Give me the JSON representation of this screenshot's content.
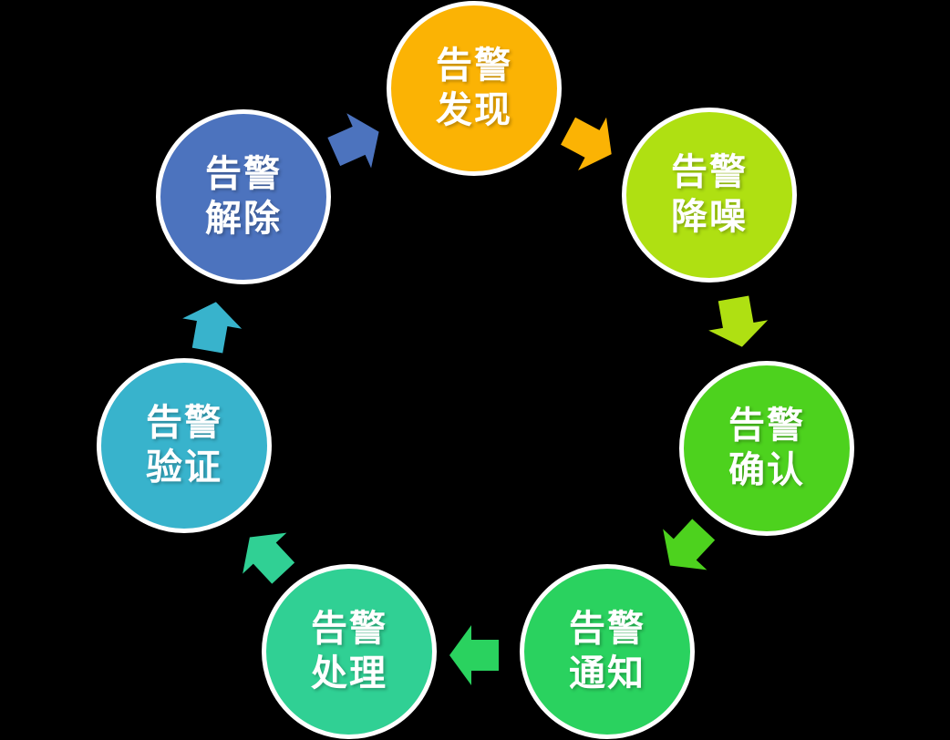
{
  "diagram": {
    "description": "Alarm lifecycle circular flow diagram with seven stages connected clockwise by block arrows",
    "background_color": "#000000",
    "node_text_color": "#ffffff",
    "node_border_color": "#ffffff",
    "nodes": [
      {
        "id": "alarm-discovery",
        "line1": "告警",
        "line2": "发现",
        "color": "#fbb304",
        "position": "top"
      },
      {
        "id": "alarm-noise-reduction",
        "line1": "告警",
        "line2": "降噪",
        "color": "#afe012",
        "position": "top-right"
      },
      {
        "id": "alarm-confirmation",
        "line1": "告警",
        "line2": "确认",
        "color": "#4dd21e",
        "position": "right"
      },
      {
        "id": "alarm-notification",
        "line1": "告警",
        "line2": "通知",
        "color": "#2ad25f",
        "position": "bottom-right"
      },
      {
        "id": "alarm-handling",
        "line1": "告警",
        "line2": "处理",
        "color": "#30d094",
        "position": "bottom-left"
      },
      {
        "id": "alarm-verification",
        "line1": "告警",
        "line2": "验证",
        "color": "#38b3cc",
        "position": "left"
      },
      {
        "id": "alarm-release",
        "line1": "告警",
        "line2": "解除",
        "color": "#4c73be",
        "position": "top-left"
      }
    ],
    "arrows": [
      {
        "from": "告警发现",
        "to": "告警降噪",
        "color": "#fbb304"
      },
      {
        "from": "告警降噪",
        "to": "告警确认",
        "color": "#afe012"
      },
      {
        "from": "告警确认",
        "to": "告警通知",
        "color": "#4dd21e"
      },
      {
        "from": "告警通知",
        "to": "告警处理",
        "color": "#2ad25f"
      },
      {
        "from": "告警处理",
        "to": "告警验证",
        "color": "#30d094"
      },
      {
        "from": "告警验证",
        "to": "告警解除",
        "color": "#38b3cc"
      },
      {
        "from": "告警解除",
        "to": "告警发现",
        "color": "#4c73be"
      }
    ],
    "flow_direction": "clockwise"
  }
}
